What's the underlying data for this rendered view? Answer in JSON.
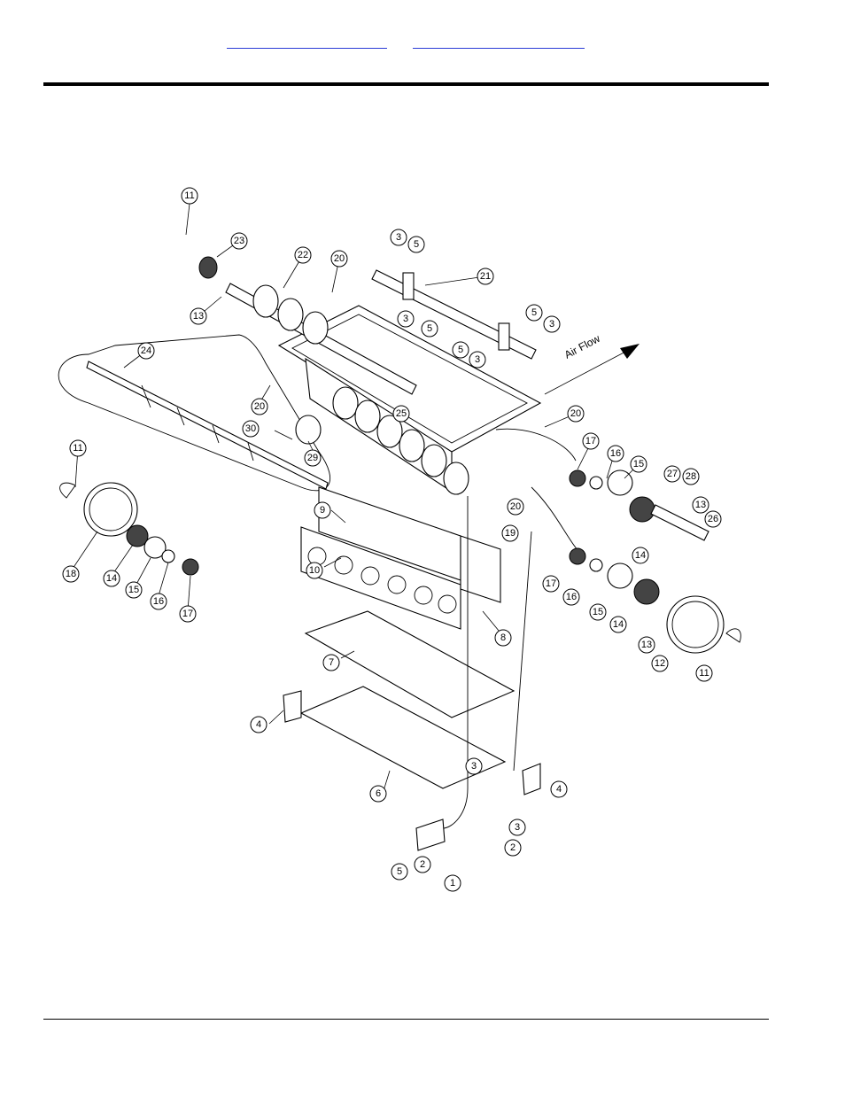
{
  "header": {
    "links": [
      {
        "label": ""
      },
      {
        "label": ""
      }
    ]
  },
  "diagram": {
    "airflow_label": "Air Flow",
    "callouts": [
      "11",
      "23",
      "22",
      "20",
      "3",
      "5",
      "21",
      "5",
      "3",
      "13",
      "24",
      "3",
      "5",
      "5",
      "3",
      "20",
      "25",
      "20",
      "30",
      "29",
      "17",
      "16",
      "15",
      "27",
      "28",
      "13",
      "26",
      "11",
      "18",
      "14",
      "15",
      "16",
      "17",
      "9",
      "10",
      "20",
      "19",
      "14",
      "17",
      "16",
      "15",
      "14",
      "13",
      "12",
      "11",
      "8",
      "7",
      "4",
      "6",
      "3",
      "4",
      "3",
      "2",
      "5",
      "2",
      "1"
    ]
  }
}
